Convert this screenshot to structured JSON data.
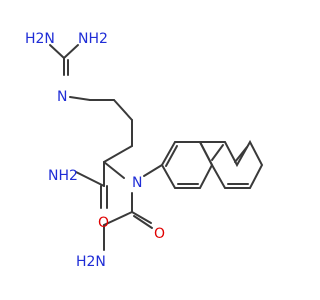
{
  "molecule": {
    "atoms": {
      "h2n_left": "H2N",
      "nh2_right": "NH2",
      "n_guanidine": "N",
      "nh2_amide": "NH2",
      "o_amide": "O",
      "n_central": "N",
      "o_glycine": "O",
      "h2n_glycine": "H2N"
    },
    "colors": {
      "bond": "#3a3a3a",
      "nitrogen": "#1f2dd6",
      "oxygen": "#e00000",
      "background": "#ffffff"
    }
  }
}
